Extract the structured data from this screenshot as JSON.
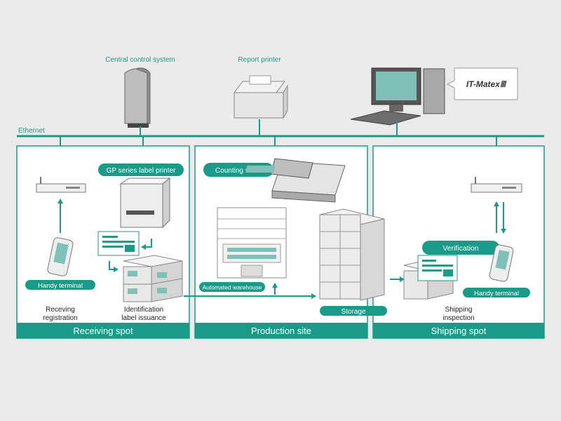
{
  "colors": {
    "teal": "#1a9a88",
    "background": "#ebebeb",
    "panel": "#ffffff",
    "text": "#222222"
  },
  "top": {
    "central_control": "Central control system",
    "report_printer": "Report printer",
    "ethernet": "Ethernet",
    "software_logo": "IT-MatexⅢ"
  },
  "receiving": {
    "label_printer": "GP series label printer",
    "handy_terminal": "Handy terminal",
    "caption_left_line1": "Receving",
    "caption_left_line2": "registration",
    "caption_right_line1": "Identification",
    "caption_right_line2": "label issuance",
    "footer": "Receiving spot"
  },
  "production": {
    "counting_scale": "Counting scale",
    "automated_warehouse": "Automated warehouse",
    "storage": "Storage",
    "footer": "Production site"
  },
  "shipping": {
    "verification": "Verification",
    "handy_terminal": "Handy terminal",
    "caption_line1": "Shipping",
    "caption_line2": "inspection",
    "footer": "Shipping spot"
  }
}
